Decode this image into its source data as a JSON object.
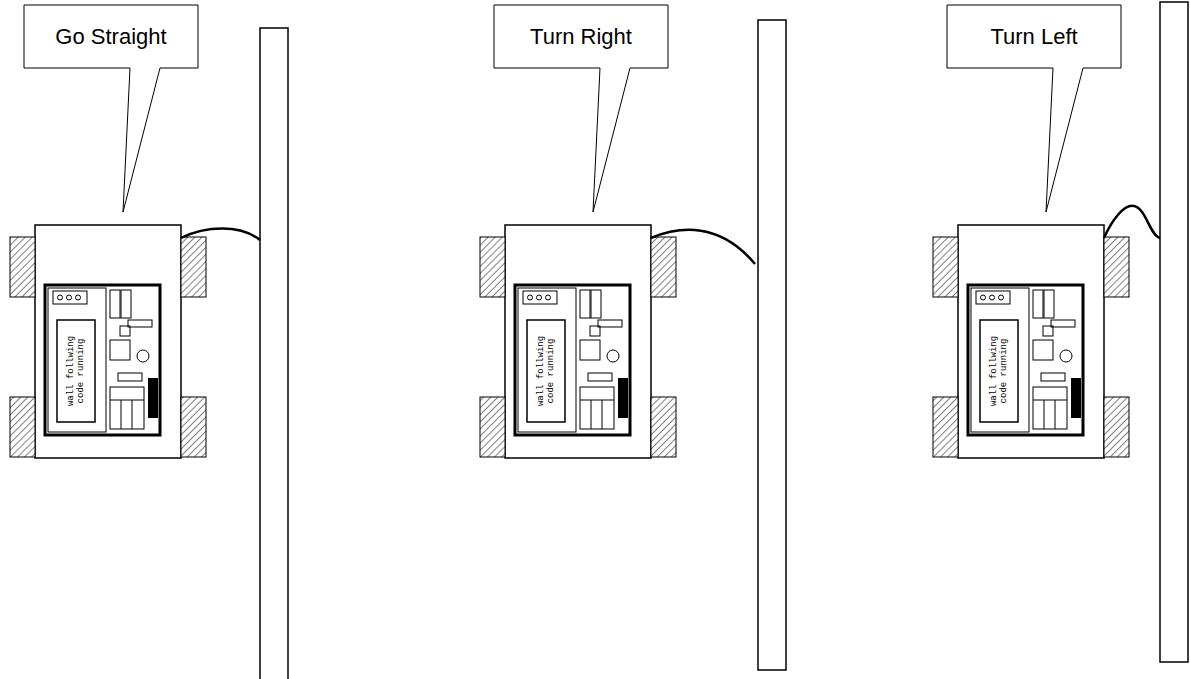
{
  "diagram": {
    "nodes": [
      {
        "text": [
          "Go Straight"
        ]
      },
      {
        "text": [
          "wall follwing code running"
        ]
      },
      {
        "text": [
          "Turn Right"
        ]
      },
      {
        "text": [
          "wall follwing code running"
        ]
      },
      {
        "text": [
          "Turn Left"
        ]
      },
      {
        "text": [
          "wall follwing code running"
        ]
      }
    ]
  }
}
